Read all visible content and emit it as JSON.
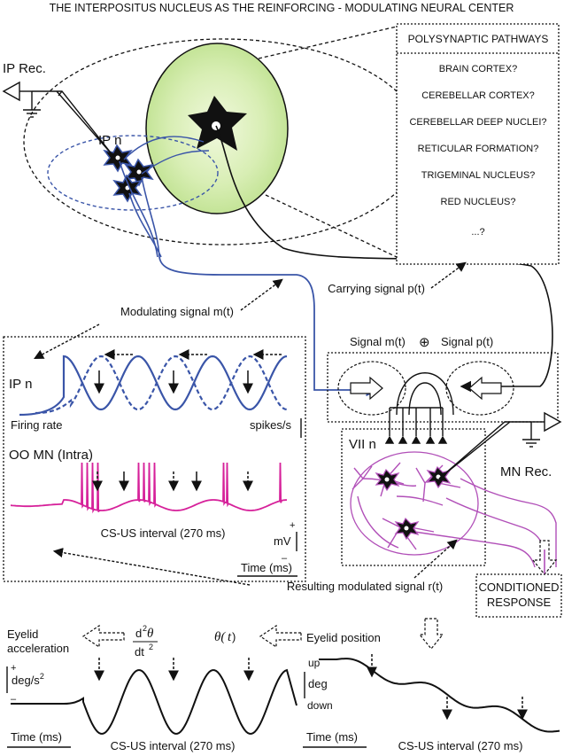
{
  "title": "THE INTERPOSITUS NUCLEUS AS THE REINFORCING - MODULATING NEURAL CENTER",
  "ip_rec": "IP Rec.",
  "ip_n": "IP n",
  "polysynaptic": {
    "header": "POLYSYNAPTIC PATHWAYS",
    "items": [
      "BRAIN CORTEX?",
      "CEREBELLAR CORTEX?",
      "CEREBELLAR DEEP NUCLEI?",
      "RETICULAR FORMATION?",
      "TRIGEMINAL NUCLEUS?",
      "RED NUCLEUS?",
      "...?"
    ]
  },
  "carrying_signal": "Carrying signal p(t)",
  "modulating_signal": "Modulating signal m(t)",
  "panel": {
    "ip_n": "IP n",
    "firing_rate": "Firing rate",
    "spikes": "spikes/s",
    "oo_mn": "OO MN (Intra)",
    "cs_us": "CS-US interval (270 ms)",
    "plus": "+",
    "mv": "mV",
    "minus": "–",
    "time": "Time (ms)"
  },
  "summation": {
    "signal_m": "Signal m(t)",
    "oplus": "⊕",
    "signal_p": "Signal p(t)"
  },
  "vii_n": "VII n",
  "mn_rec": "MN Rec.",
  "resulting_signal": "Resulting modulated signal r(t)",
  "conditioned_response": [
    "CONDITIONED",
    "RESPONSE"
  ],
  "bottom": {
    "eyelid_accel": [
      "Eyelid",
      "acceleration"
    ],
    "d2": "d",
    "d2_exp": "2",
    "theta": "θ",
    "dt": "dt",
    "dt_exp": "2",
    "theta_t": "θ(",
    "theta_t_var": "t",
    "theta_t_close": ")",
    "plus": "+",
    "deg_s2": "deg/s",
    "deg_s2_exp": "2",
    "minus": "–",
    "eyelid_position": "Eyelid position",
    "up": "up",
    "deg": "deg",
    "down": "down",
    "time_left": "Time (ms)",
    "cs_us_left": "CS-US interval (270 ms)",
    "time_right": "Time (ms)",
    "cs_us_right": "CS-US interval (270 ms)"
  },
  "colors": {
    "blue": "#3a55a8",
    "magenta": "#d6219a",
    "violet": "#b14fb8",
    "green_fill": "#d6ecb0",
    "green_center": "#eaf6d2"
  }
}
